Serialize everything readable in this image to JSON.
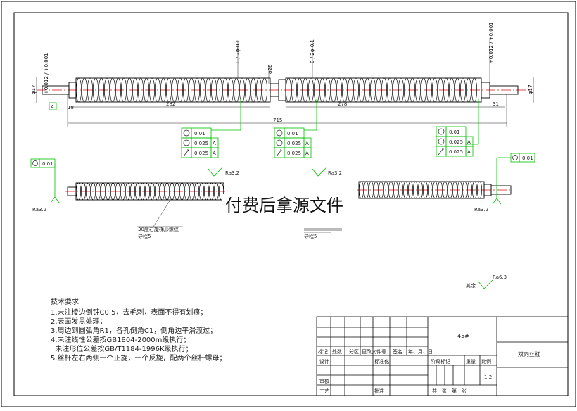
{
  "colors": {
    "line": "#000000",
    "dim": "#2a2a2a",
    "green": "#00c000",
    "red": "#e01010",
    "gray": "#9a9a9a",
    "paper": "#ffffff"
  },
  "watermark": "付费后拿源文件",
  "left_shaft": {
    "dia_left": "φ17",
    "tol_left": "+0.012 / +0.001",
    "dia_mid": "φ28",
    "thread_tol": "0 / 2φ-0.1",
    "len_a": "282",
    "len_b": "278",
    "len_c": "31",
    "len_total": "715",
    "len_small": "18"
  },
  "right_shaft": {
    "dia_right": "φ17",
    "tol_right": "+0.012 / +0.001",
    "thread_tol": "0 / 2φ-0.1"
  },
  "datum": "A",
  "frames": {
    "left": [
      "0.01",
      "0.025",
      "0.025"
    ],
    "mid": [
      "0.01",
      "0.025",
      "0.025"
    ],
    "right": [
      "0.01",
      "0.025",
      "0.025"
    ],
    "datum_ref": "A",
    "side_left": "0.01",
    "side_right": "0.01"
  },
  "roughness": {
    "left": "Ra3.2",
    "top1": "Ra3.2",
    "top2": "Ra3.2",
    "right": "Ra3.2",
    "rest": "Ra6.3",
    "rest_label": "其余"
  },
  "thread_callout_left": [
    "30度右旋梯形螺纹",
    "导程5"
  ],
  "thread_callout_right": [
    "导程5"
  ],
  "notes": {
    "title": "技术要求",
    "items": [
      "1.未注棱边倒钝C0.5，去毛刺，表面不得有划痕；",
      "2.表面发黑处理；",
      "3.周边到圆弧角R1，各孔倒角C1，倒角边平滑渡过；",
      "4.未注线性公差按GB1804-2000m级执行；",
      "  未注形位公差按GB/T1184-1996K级执行；",
      "5.丝杆左右两侧一个正旋，一个反旋，配两个丝杆螺母；"
    ]
  },
  "title_block": {
    "material": "45#",
    "part_name": "双向丝杠",
    "scale_value": "1:2",
    "header_cells": [
      "标记",
      "处数",
      "分区",
      "更改文件号",
      "签名",
      "年、月、日"
    ],
    "row_design": "设计",
    "row_standard": "标准化",
    "row_review": "审核",
    "row_process": "工艺",
    "row_approve": "批准",
    "stage_mark": "阶段标记",
    "weight": "重量",
    "scale": "比例",
    "sheets": "共　张　第　张"
  }
}
